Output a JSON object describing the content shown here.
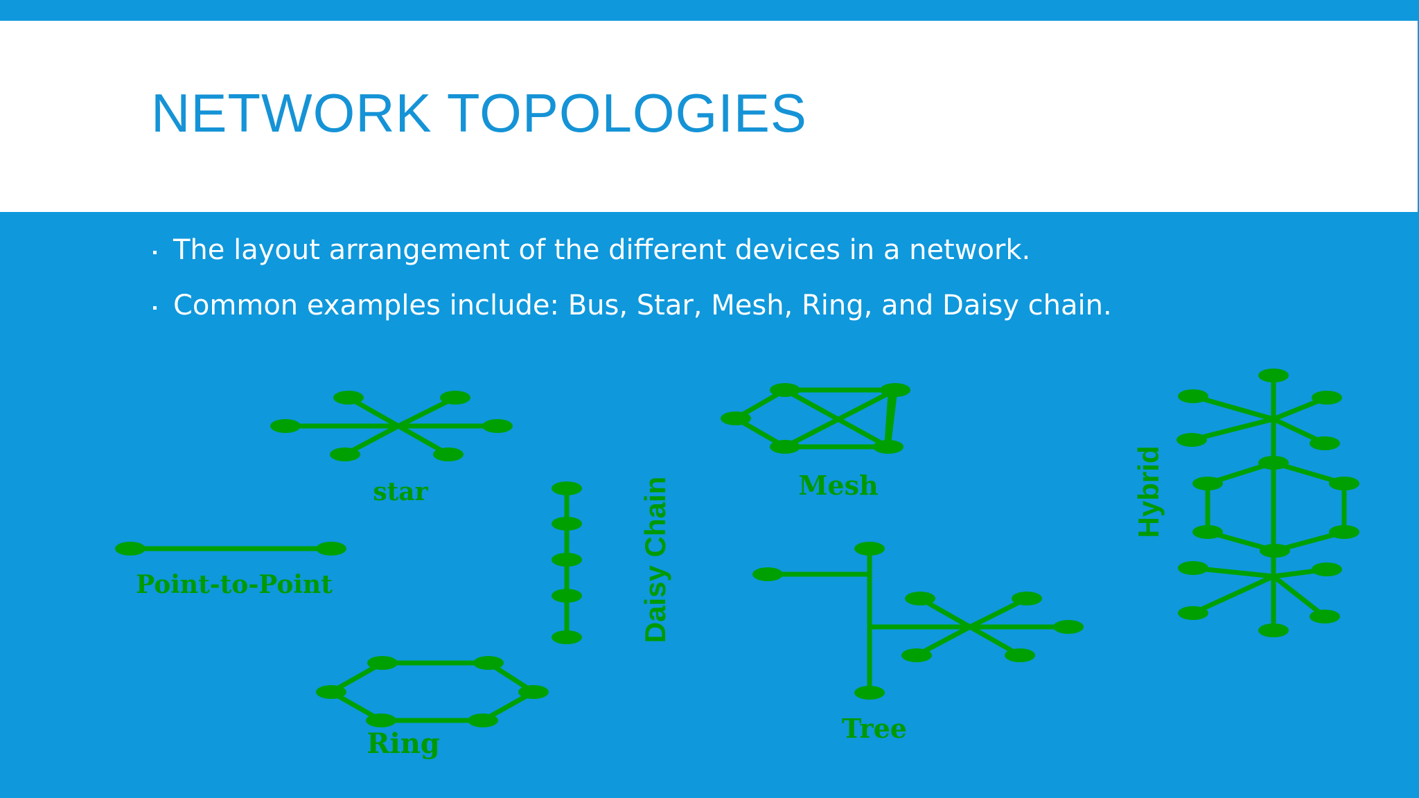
{
  "slide": {
    "title": "NETWORK TOPOLOGIES",
    "bullets": [
      "The layout arrangement of the different devices in a network.",
      "Common examples include: Bus, Star, Mesh, Ring, and Daisy chain."
    ]
  },
  "diagram": {
    "labels": {
      "star": "star",
      "point_to_point": "Point-to-Point",
      "daisy_chain": "Daisy Chain",
      "ring": "Ring",
      "mesh": "Mesh",
      "tree": "Tree",
      "hybrid": "Hybrid"
    }
  },
  "colors": {
    "background": "#0f98dc",
    "title_band": "#ffffff",
    "title_text": "#1593d6",
    "diagram": "#00a000"
  }
}
